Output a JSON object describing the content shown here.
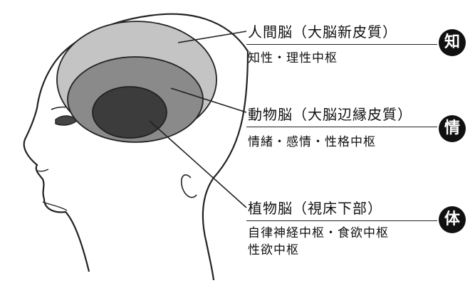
{
  "regions": [
    {
      "id": "neocortex",
      "title": "人間脳（大脳新皮質）",
      "function_lines": [
        "知性・理性中枢"
      ],
      "badge": "知",
      "fill": "#c4c4c4"
    },
    {
      "id": "limbic",
      "title": "動物脳（大脳辺縁皮質）",
      "function_lines": [
        "情緒・感情・性格中枢"
      ],
      "badge": "情",
      "fill": "#8a8a8a"
    },
    {
      "id": "hypothalamus",
      "title": "植物脳（視床下部）",
      "function_lines": [
        "自律神経中枢・食欲中枢",
        "性欲中枢"
      ],
      "badge": "体",
      "fill": "#3c3c3c"
    }
  ],
  "colors": {
    "ink": "#111111",
    "badge_bg": "#111111",
    "badge_text": "#ffffff"
  }
}
